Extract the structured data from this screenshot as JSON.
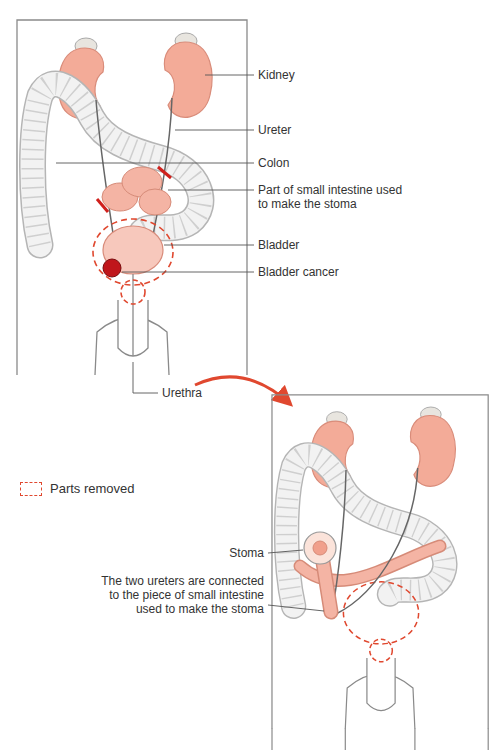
{
  "diagram": {
    "labels": [
      "Kidney",
      "Ureter",
      "Colon",
      "Part of small intestine used to make the stoma",
      "Bladder",
      "Bladder cancer",
      "Urethra",
      "Stoma",
      "The two ureters are connected to the piece of small intestine used to make the stoma"
    ],
    "legend": [
      {
        "text": "Parts removed"
      }
    ]
  }
}
